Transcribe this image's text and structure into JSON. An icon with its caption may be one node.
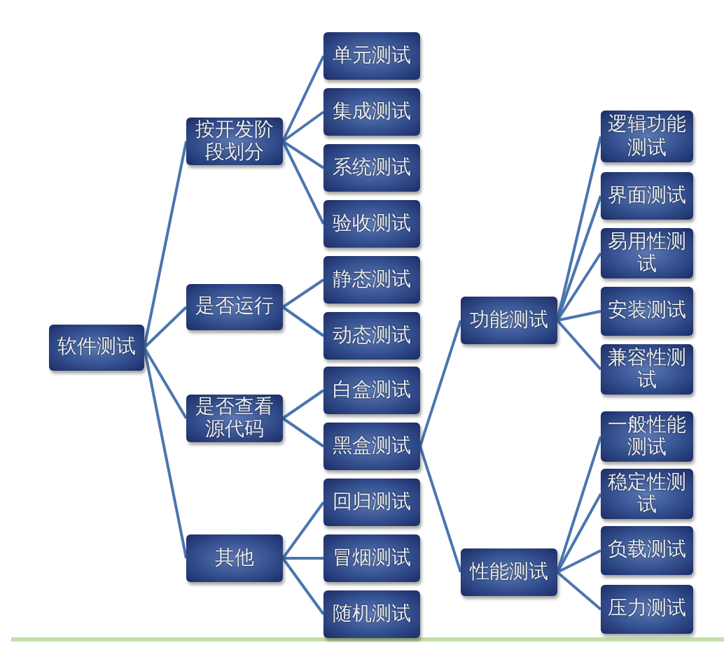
{
  "diagram": {
    "nodes": [
      {
        "text": [
          "软件测试"
        ]
      },
      {
        "text": [
          "按开发阶段划分"
        ]
      },
      {
        "text": [
          "是否运行"
        ]
      },
      {
        "text": [
          "是否查看源代码"
        ]
      },
      {
        "text": [
          "其他"
        ]
      },
      {
        "text": [
          "单元测试"
        ]
      },
      {
        "text": [
          "集成测试"
        ]
      },
      {
        "text": [
          "系统测试"
        ]
      },
      {
        "text": [
          "验收测试"
        ]
      },
      {
        "text": [
          "静态测试"
        ]
      },
      {
        "text": [
          "动态测试"
        ]
      },
      {
        "text": [
          "白盒测试"
        ]
      },
      {
        "text": [
          "黑盒测试"
        ]
      },
      {
        "text": [
          "回归测试"
        ]
      },
      {
        "text": [
          "冒烟测试"
        ]
      },
      {
        "text": [
          "随机测试"
        ]
      },
      {
        "text": [
          "功能测试"
        ]
      },
      {
        "text": [
          "性能测试"
        ]
      },
      {
        "text": [
          "逻辑功能测试"
        ]
      },
      {
        "text": [
          "界面测试"
        ]
      },
      {
        "text": [
          "易用性测试"
        ]
      },
      {
        "text": [
          "安装测试"
        ]
      },
      {
        "text": [
          "兼容性测试"
        ]
      },
      {
        "text": [
          "一般性能测试"
        ]
      },
      {
        "text": [
          "稳定性测试"
        ]
      },
      {
        "text": [
          "负载测试"
        ]
      },
      {
        "text": [
          "压力测试"
        ]
      }
    ],
    "edges": [
      {
        "from": 0,
        "to": 1,
        "arrow": "none"
      },
      {
        "from": 0,
        "to": 2,
        "arrow": "none"
      },
      {
        "from": 0,
        "to": 3,
        "arrow": "none"
      },
      {
        "from": 0,
        "to": 4,
        "arrow": "none"
      },
      {
        "from": 1,
        "to": 5,
        "arrow": "none"
      },
      {
        "from": 1,
        "to": 6,
        "arrow": "none"
      },
      {
        "from": 1,
        "to": 7,
        "arrow": "none"
      },
      {
        "from": 1,
        "to": 8,
        "arrow": "none"
      },
      {
        "from": 2,
        "to": 9,
        "arrow": "none"
      },
      {
        "from": 2,
        "to": 10,
        "arrow": "none"
      },
      {
        "from": 3,
        "to": 11,
        "arrow": "none"
      },
      {
        "from": 3,
        "to": 12,
        "arrow": "none"
      },
      {
        "from": 4,
        "to": 13,
        "arrow": "none"
      },
      {
        "from": 4,
        "to": 14,
        "arrow": "none"
      },
      {
        "from": 4,
        "to": 15,
        "arrow": "none"
      },
      {
        "from": 12,
        "to": 16,
        "arrow": "none"
      },
      {
        "from": 12,
        "to": 17,
        "arrow": "none"
      },
      {
        "from": 16,
        "to": 18,
        "arrow": "none"
      },
      {
        "from": 16,
        "to": 19,
        "arrow": "none"
      },
      {
        "from": 16,
        "to": 20,
        "arrow": "none"
      },
      {
        "from": 16,
        "to": 21,
        "arrow": "none"
      },
      {
        "from": 16,
        "to": 22,
        "arrow": "none"
      },
      {
        "from": 17,
        "to": 23,
        "arrow": "none"
      },
      {
        "from": 17,
        "to": 24,
        "arrow": "none"
      },
      {
        "from": 17,
        "to": 25,
        "arrow": "none"
      },
      {
        "from": 17,
        "to": 26,
        "arrow": "none"
      }
    ]
  }
}
